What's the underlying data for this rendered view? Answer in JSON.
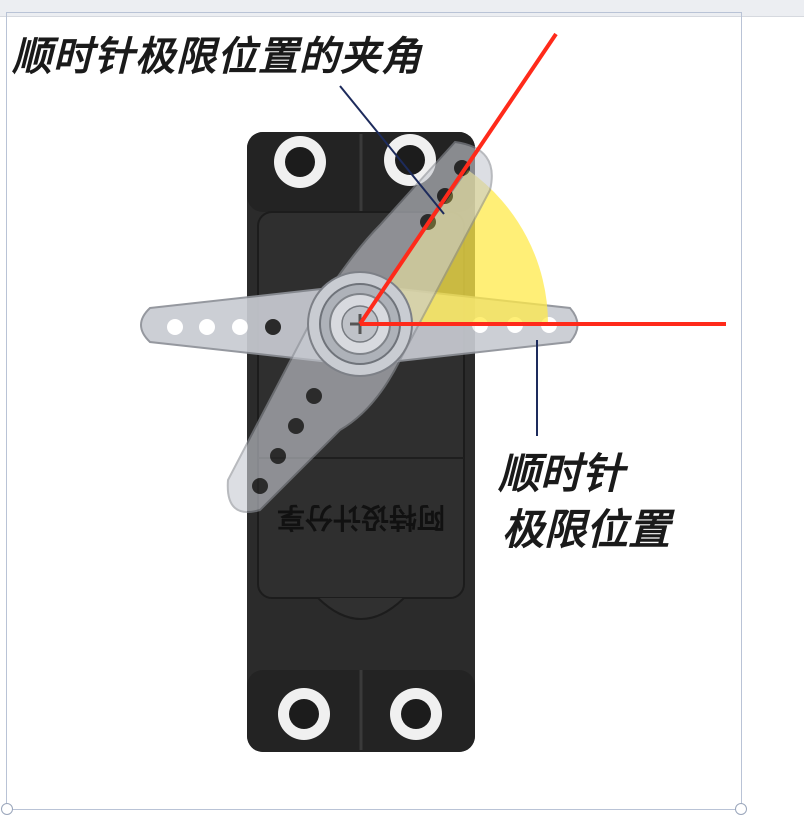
{
  "diagram": {
    "angle_label": "顺时针极限位置的夹角",
    "limit_label_line1": "顺时针",
    "limit_label_line2": "极限位置",
    "servo_case_text": "阿特设计分享"
  },
  "colors": {
    "case": "#2a2a2a",
    "horn": "#c9ccd3",
    "ray": "#ff2a1a",
    "sector": "#ffe94a",
    "leader": "#1d2b5c"
  }
}
